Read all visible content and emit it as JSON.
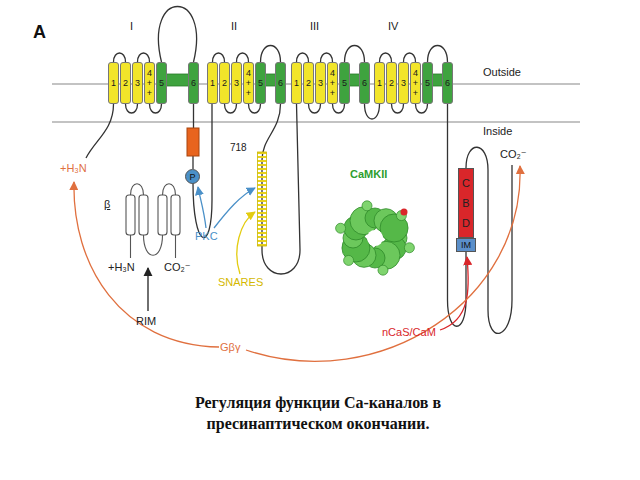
{
  "diagram": {
    "caption": "Регуляция функции Ca-каналов в пресинаптическом окончании.",
    "nodes": [
      {
        "text": [
          "1"
        ]
      },
      {
        "text": [
          "2"
        ]
      },
      {
        "text": [
          "3"
        ]
      },
      {
        "text": [
          "4",
          "+ +"
        ]
      },
      {
        "text": [
          "5"
        ]
      },
      {
        "text": [
          "6"
        ]
      },
      {
        "text": [
          "1"
        ]
      },
      {
        "text": [
          "2"
        ]
      },
      {
        "text": [
          "3"
        ]
      },
      {
        "text": [
          "4",
          "+ +"
        ]
      },
      {
        "text": [
          "5"
        ]
      },
      {
        "text": [
          "6"
        ]
      },
      {
        "text": [
          "1"
        ]
      },
      {
        "text": [
          "2"
        ]
      },
      {
        "text": [
          "3"
        ]
      },
      {
        "text": [
          "4",
          "+ +"
        ]
      },
      {
        "text": [
          "5"
        ]
      },
      {
        "text": [
          "6"
        ]
      },
      {
        "text": [
          "1"
        ]
      },
      {
        "text": [
          "2"
        ]
      },
      {
        "text": [
          "3"
        ]
      },
      {
        "text": [
          "4",
          "+ +"
        ]
      },
      {
        "text": [
          "5"
        ]
      },
      {
        "text": [
          "6"
        ]
      },
      {
        "text": [
          "P"
        ]
      },
      {
        "text": [
          "C B D"
        ]
      },
      {
        "text": [
          "IM"
        ]
      }
    ],
    "labels": [
      "A",
      "I",
      "II",
      "III",
      "IV",
      "Outside",
      "Inside",
      "+H₃N",
      "β",
      "+H₃N",
      "CO₂⁻",
      "RIM",
      "718",
      "PKC",
      "SNARES",
      "CaMKII",
      "CO₂⁻",
      "nCaS/CaM",
      "Gβγ"
    ]
  }
}
